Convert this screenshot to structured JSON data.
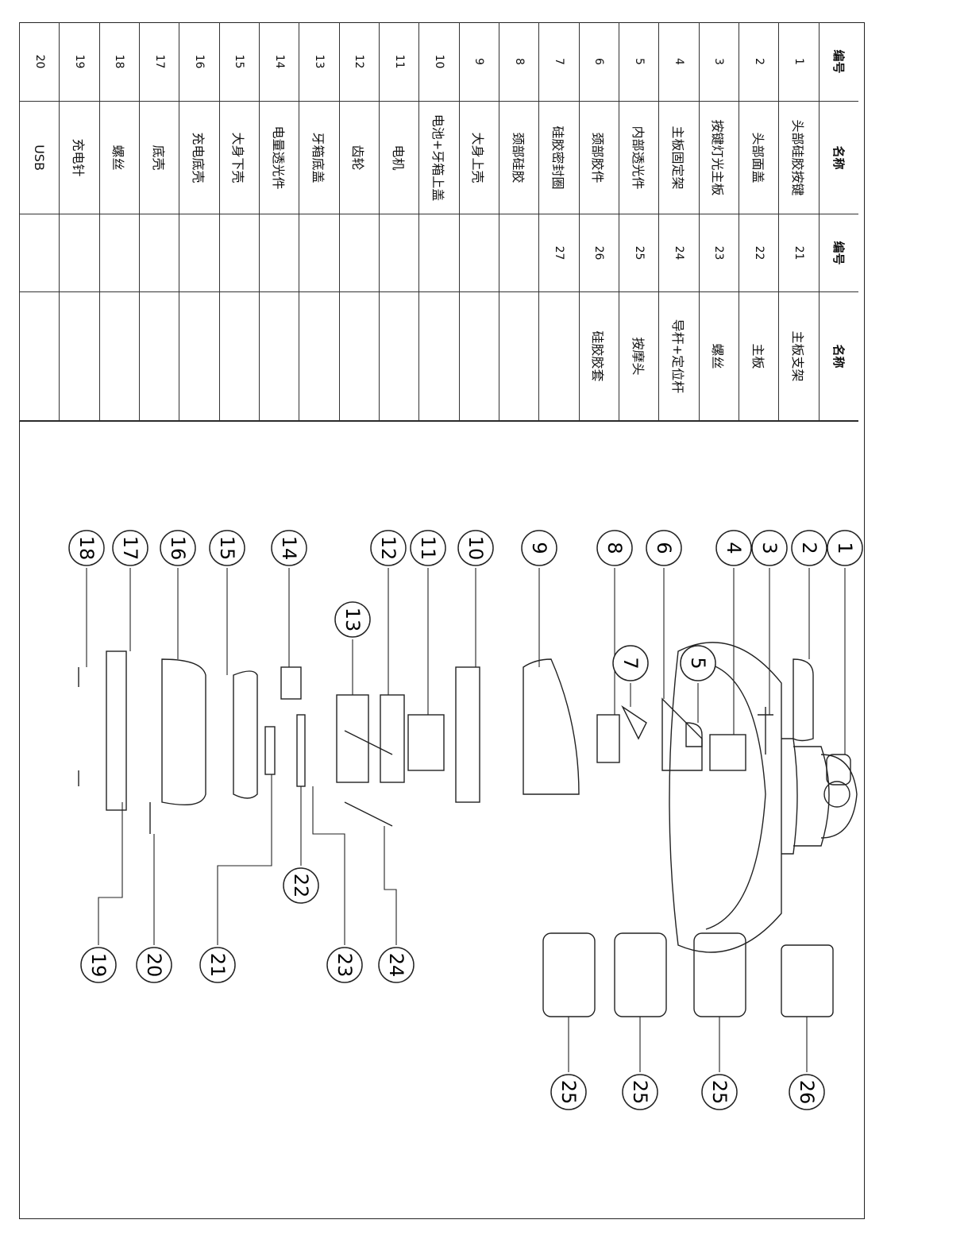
{
  "table": {
    "headers": {
      "num": "编号",
      "name": "名称"
    },
    "rows": [
      {
        "n1": "1",
        "name1": "头部硅胶按键",
        "n2": "21",
        "name2": "主板支架"
      },
      {
        "n1": "2",
        "name1": "头部面盖",
        "n2": "22",
        "name2": "主板"
      },
      {
        "n1": "3",
        "name1": "按键灯光主板",
        "n2": "23",
        "name2": "螺丝"
      },
      {
        "n1": "4",
        "name1": "主板固定架",
        "n2": "24",
        "name2": "导杆+定位杆"
      },
      {
        "n1": "5",
        "name1": "内部透光件",
        "n2": "25",
        "name2": "按摩头"
      },
      {
        "n1": "6",
        "name1": "颈部胶件",
        "n2": "26",
        "name2": "硅胶胶套"
      },
      {
        "n1": "7",
        "name1": "硅胶密封圈",
        "n2": "27",
        "name2": ""
      },
      {
        "n1": "8",
        "name1": "颈部硅胶",
        "n2": "",
        "name2": ""
      },
      {
        "n1": "9",
        "name1": "大身上壳",
        "n2": "",
        "name2": ""
      },
      {
        "n1": "10",
        "name1": "电池+牙箱上盖",
        "n2": "",
        "name2": ""
      },
      {
        "n1": "11",
        "name1": "电机",
        "n2": "",
        "name2": ""
      },
      {
        "n1": "12",
        "name1": "齿轮",
        "n2": "",
        "name2": ""
      },
      {
        "n1": "13",
        "name1": "牙箱底盖",
        "n2": "",
        "name2": ""
      },
      {
        "n1": "14",
        "name1": "电量透光件",
        "n2": "",
        "name2": ""
      },
      {
        "n1": "15",
        "name1": "大身下壳",
        "n2": "",
        "name2": ""
      },
      {
        "n1": "16",
        "name1": "充电底壳",
        "n2": "",
        "name2": ""
      },
      {
        "n1": "17",
        "name1": "底壳",
        "n2": "",
        "name2": ""
      },
      {
        "n1": "18",
        "name1": "螺丝",
        "n2": "",
        "name2": ""
      },
      {
        "n1": "19",
        "name1": "充电针",
        "n2": "",
        "name2": ""
      },
      {
        "n1": "20",
        "name1": "USB",
        "n2": "",
        "name2": ""
      }
    ]
  },
  "callouts": [
    "1",
    "2",
    "3",
    "4",
    "5",
    "6",
    "7",
    "8",
    "9",
    "10",
    "11",
    "12",
    "13",
    "14",
    "15",
    "16",
    "17",
    "18",
    "19",
    "20",
    "21",
    "22",
    "23",
    "24",
    "25",
    "25",
    "25",
    "26"
  ]
}
